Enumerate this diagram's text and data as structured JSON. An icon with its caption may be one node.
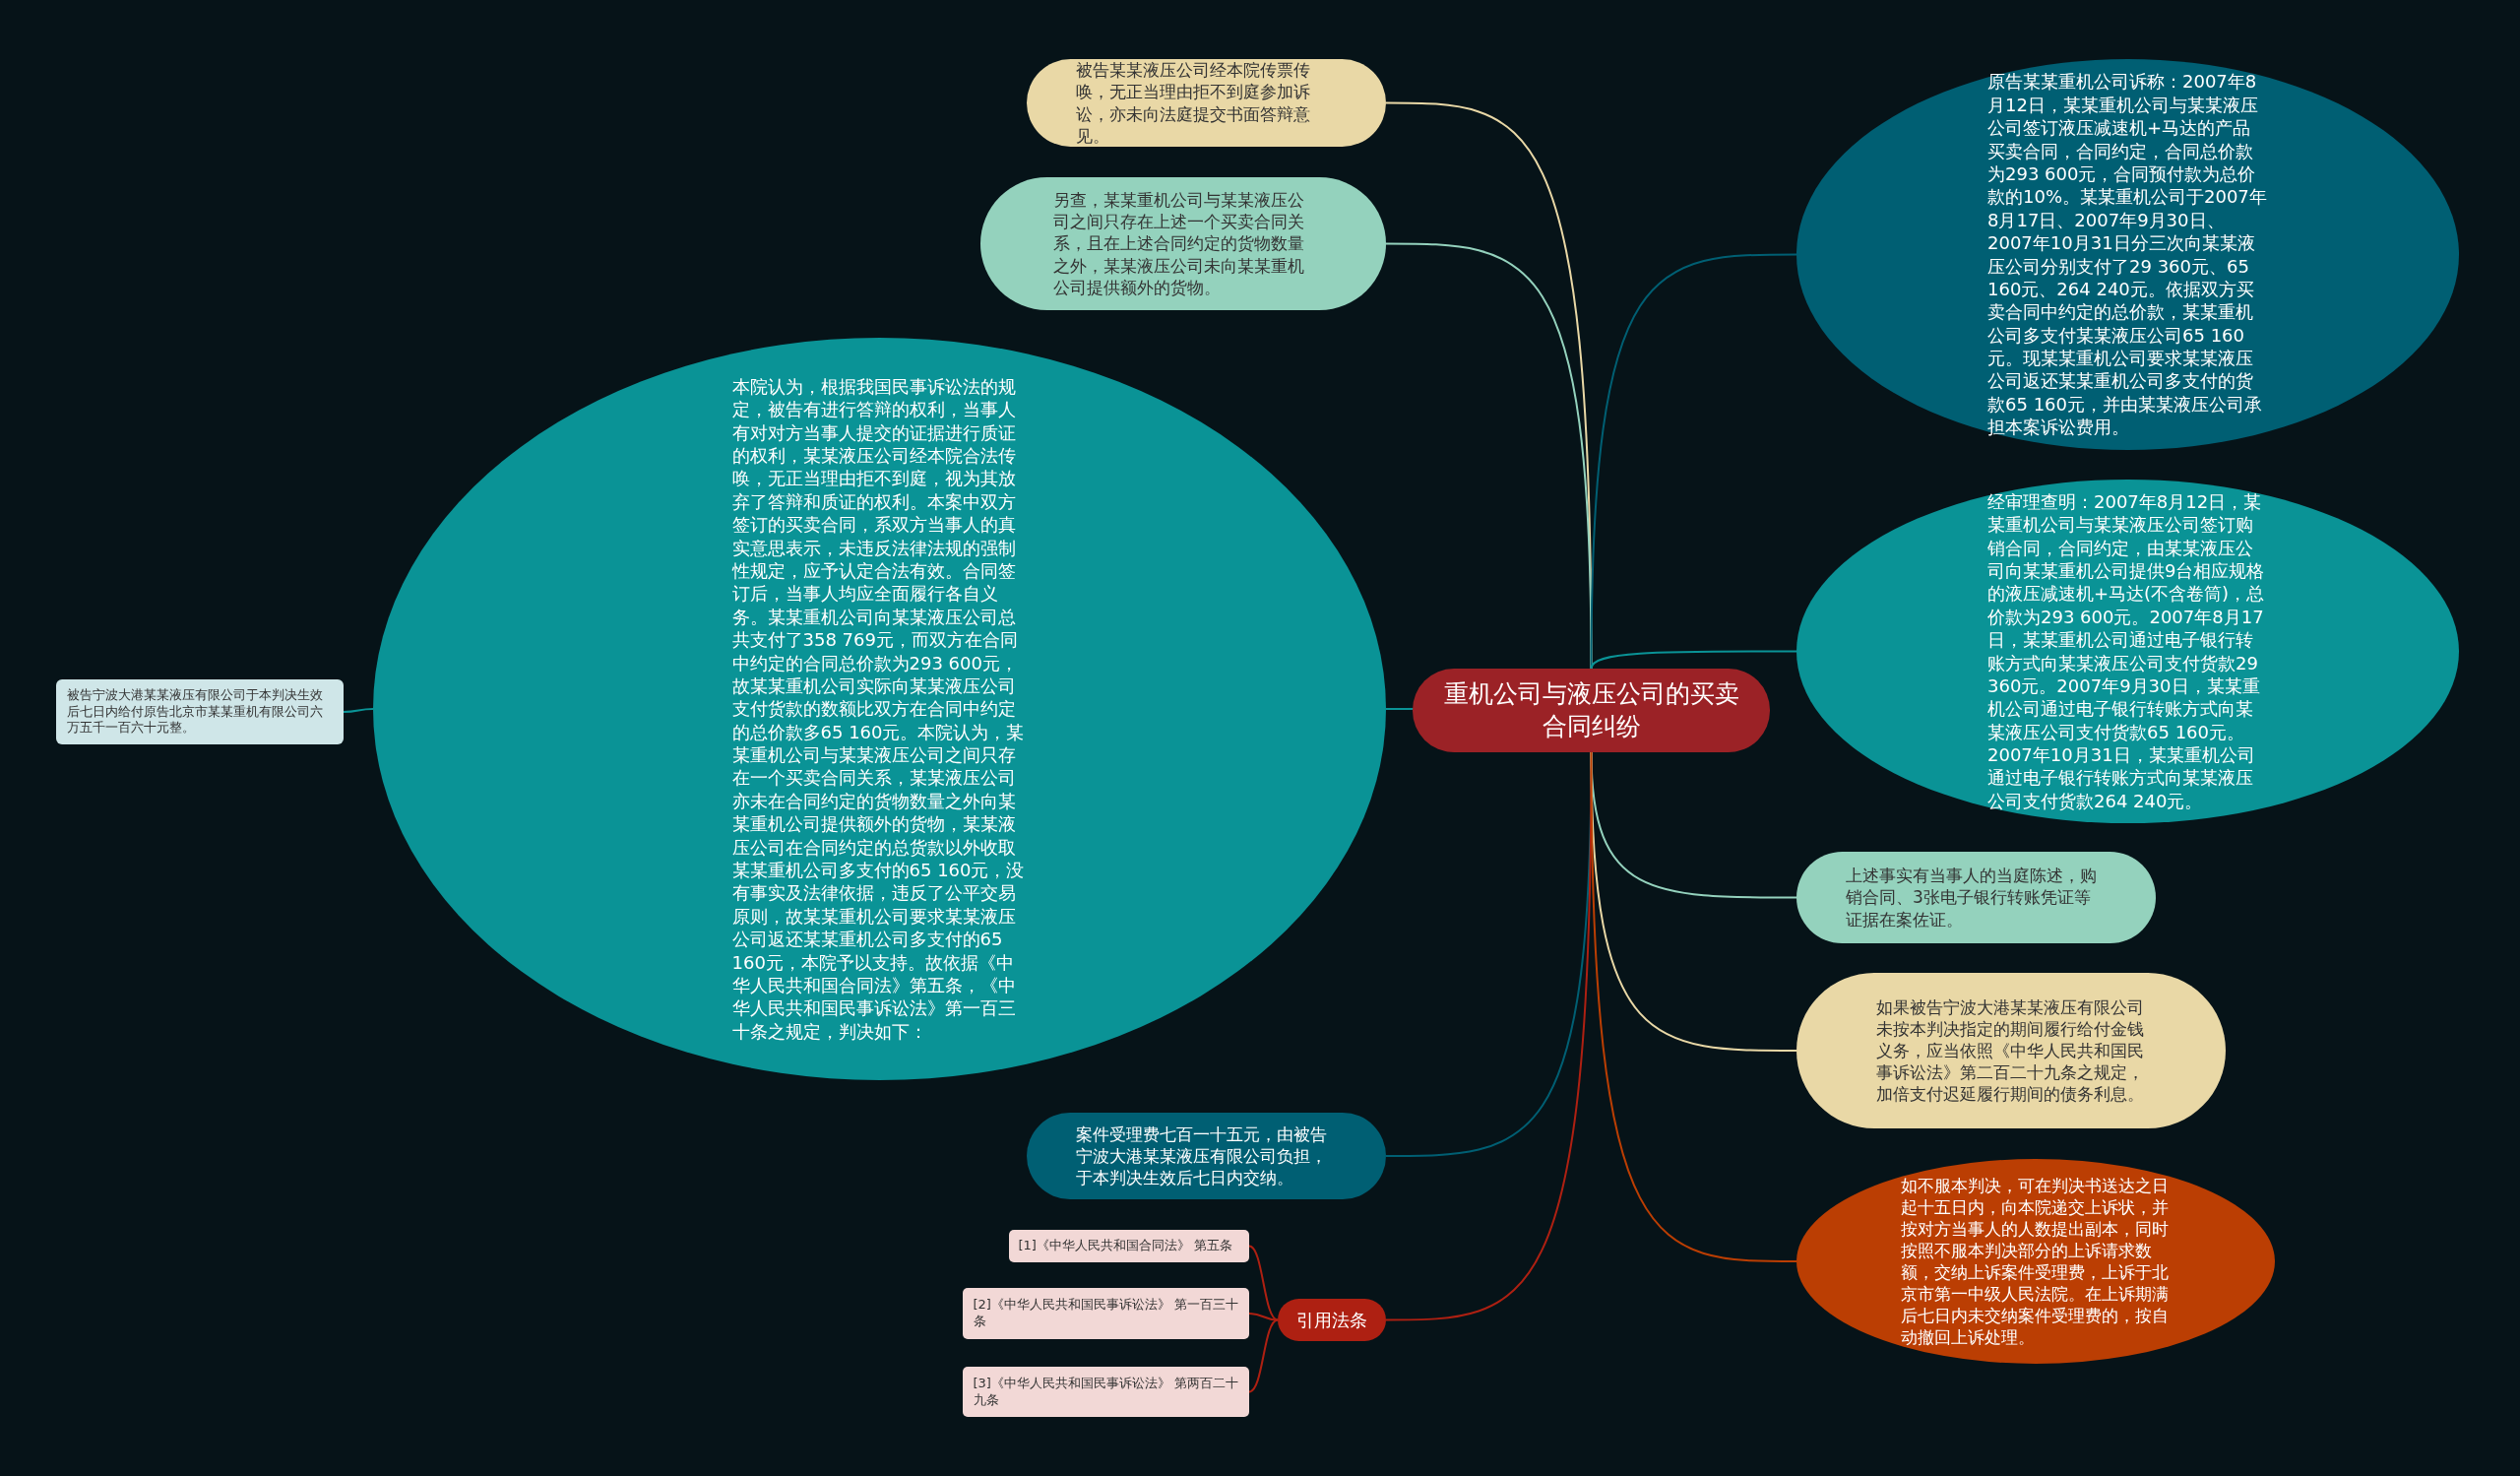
{
  "diagram": {
    "nodes": [
      {
        "text": [
          "重机公司与液压公司的买卖合同纠纷"
        ]
      },
      {
        "text": [
          "被告某某液压公司经本院传票传唤，无正当理由拒不到庭参加诉讼，亦未向法庭提交书面答辩意见。"
        ]
      },
      {
        "text": [
          "另查，某某重机公司与某某液压公司之间只存在上述一个买卖合同关系，且在上述合同约定的货物数量之外，某某液压公司未向某某重机公司提供额外的货物。"
        ]
      },
      {
        "text": [
          "本院认为，根据我国民事诉讼法的规定，被告有进行答辩的权利，当事人有对对方当事人提交的证据进行质证的权利，某某液压公司经本院合法传唤，无正当理由拒不到庭，视为其放弃了答辩和质证的权利。本案中双方签订的买卖合同，系双方当事人的真实意思表示，未违反法律法规的强制性规定，应予认定合法有效。合同签订后，当事人均应全面履行各自义务。某某重机公司向某某液压公司总共支付了358 769元，而双方在合同中约定的合同总价款为293 600元，故某某重机公司实际向某某液压公司支付货款的数额比双方在合同中约定的总价款多65 160元。本院认为，某某重机公司与某某液压公司之间只存在一个买卖合同关系，某某液压公司亦未在合同约定的货物数量之外向某某重机公司提供额外的货物，某某液压公司在合同约定的总货款以外收取某某重机公司多支付的65 160元，没有事实及法律依据，违反了公平交易原则，故某某重机公司要求某某液压公司返还某某重机公司多支付的65 160元，本院予以支持。故依据《中华人民共和国合同法》第五条，《中华人民共和国民事诉讼法》第一百三十条之规定，判决如下："
        ]
      },
      {
        "text": [
          "被告宁波大港某某液压有限公司于本判决生效后七日内给付原告北京市某某重机有限公司六万五千一百六十元整。"
        ]
      },
      {
        "text": [
          "案件受理费七百一十五元，由被告宁波大港某某液压有限公司负担，于本判决生效后七日内交纳。"
        ]
      },
      {
        "text": [
          "引用法条"
        ]
      },
      {
        "text": [
          "[1]《中华人民共和国合同法》 第五条"
        ]
      },
      {
        "text": [
          "[2]《中华人民共和国民事诉讼法》 第一百三十条"
        ]
      },
      {
        "text": [
          "[3]《中华人民共和国民事诉讼法》 第两百二十九条"
        ]
      },
      {
        "text": [
          "原告某某重机公司诉称：2007年8月12日，某某重机公司与某某液压公司签订液压减速机+马达的产品买卖合同，合同约定，合同总价款为293 600元，合同预付款为总价款的10%。某某重机公司于2007年8月17日、2007年9月30日、2007年10月31日分三次向某某液压公司分别支付了29 360元、65 160元、264 240元。依据双方买卖合同中约定的总价款，某某重机公司多支付某某液压公司65 160元。现某某重机公司要求某某液压公司返还某某重机公司多支付的货款65 160元，并由某某液压公司承担本案诉讼费用。"
        ]
      },
      {
        "text": [
          "经审理查明：2007年8月12日，某某重机公司与某某液压公司签订购销合同，合同约定，由某某液压公司向某某重机公司提供9台相应规格的液压减速机+马达(不含卷筒)，总价款为293 600元。2007年8月17日，某某重机公司通过电子银行转账方式向某某液压公司支付货款29 360元。2007年9月30日，某某重机公司通过电子银行转账方式向某某液压公司支付货款65 160元。2007年10月31日，某某重机公司通过电子银行转账方式向某某液压公司支付货款264 240元。"
        ]
      },
      {
        "text": [
          "上述事实有当事人的当庭陈述，购销合同、3张电子银行转账凭证等证据在案佐证。"
        ]
      },
      {
        "text": [
          "如果被告宁波大港某某液压有限公司未按本判决指定的期间履行给付金钱义务，应当依照《中华人民共和国民事诉讼法》第二百二十九条之规定，加倍支付迟延履行期间的债务利息。"
        ]
      },
      {
        "text": [
          "如不服本判决，可在判决书送达之日起十五日内，向本院递交上诉状，并按对方当事人的人数提出副本，同时按照不服本判决部分的上诉请求数额，交纳上诉案件受理费，上诉于北京市第一中级人民法院。在上诉期满后七日内未交纳案件受理费的，按自动撤回上诉处理。"
        ]
      }
    ],
    "edges": [
      {
        "from": 0,
        "to": 1,
        "arrow": "none",
        "color": "#e9d8a6"
      },
      {
        "from": 0,
        "to": 2,
        "arrow": "none",
        "color": "#94d2bd"
      },
      {
        "from": 0,
        "to": 3,
        "arrow": "none",
        "color": "#0a9396"
      },
      {
        "from": 3,
        "to": 4,
        "arrow": "none",
        "color": "#0a9396"
      },
      {
        "from": 0,
        "to": 5,
        "arrow": "none",
        "color": "#005f73"
      },
      {
        "from": 0,
        "to": 6,
        "arrow": "none",
        "color": "#ae2012"
      },
      {
        "from": 6,
        "to": 7,
        "arrow": "none",
        "color": "#ae2012"
      },
      {
        "from": 6,
        "to": 8,
        "arrow": "none",
        "color": "#ae2012"
      },
      {
        "from": 6,
        "to": 9,
        "arrow": "none",
        "color": "#ae2012"
      },
      {
        "from": 0,
        "to": 10,
        "arrow": "none",
        "color": "#005f73"
      },
      {
        "from": 0,
        "to": 11,
        "arrow": "none",
        "color": "#0a9396"
      },
      {
        "from": 0,
        "to": 12,
        "arrow": "none",
        "color": "#94d2bd"
      },
      {
        "from": 0,
        "to": 13,
        "arrow": "none",
        "color": "#e9d8a6"
      },
      {
        "from": 0,
        "to": 14,
        "arrow": "none",
        "color": "#bb3e03"
      }
    ]
  }
}
